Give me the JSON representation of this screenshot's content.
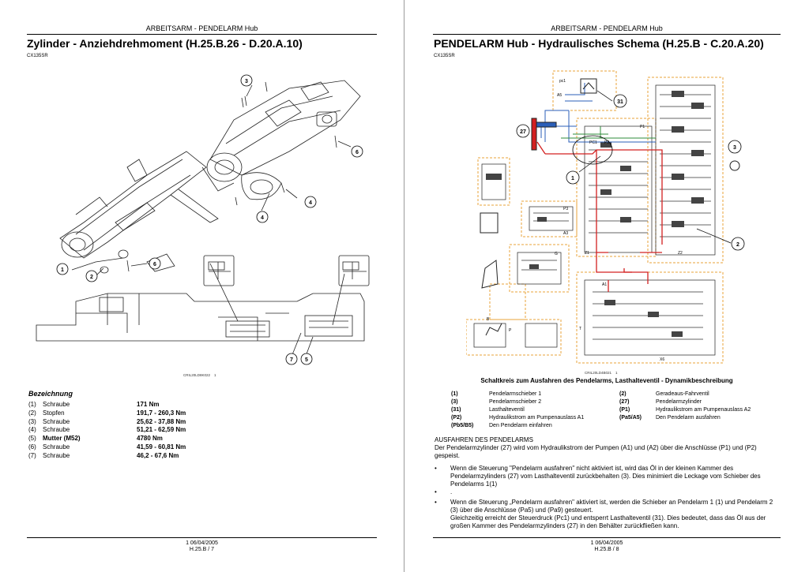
{
  "left_page": {
    "header": "ARBEITSARM - PENDELARM Hub",
    "title": "Zylinder - Anziehdrehmoment (H.25.B.26 - D.20.A.10)",
    "model": "CX135SR",
    "figure_code": "CRIL20LD8K022",
    "figure_number": "1",
    "callouts": [
      "1",
      "2",
      "3",
      "4",
      "4",
      "5",
      "6",
      "6",
      "7"
    ],
    "designation_heading": "Bezeichnung",
    "designations": [
      {
        "num": "(1)",
        "name": "Schraube",
        "value": "171 Nm"
      },
      {
        "num": "(2)",
        "name": "Stopfen",
        "value": "191,7 - 260,3 Nm"
      },
      {
        "num": "(3)",
        "name": "Schraube",
        "value": "25,62 - 37,88 Nm"
      },
      {
        "num": "(4)",
        "name": "Schraube",
        "value": "51,21 - 62,59 Nm"
      },
      {
        "num": "(5)",
        "name": "Mutter (M52)",
        "value": "4780 Nm"
      },
      {
        "num": "(6)",
        "name": "Schraube",
        "value": "41,59 - 60,81 Nm"
      },
      {
        "num": "(7)",
        "name": "Schraube",
        "value": "46,2 - 67,6 Nm"
      }
    ],
    "footer_line1": "1 06/04/2005",
    "footer_line2": "H.25.B / 7"
  },
  "right_page": {
    "header": "ARBEITSARM - PENDELARM Hub",
    "title": "PENDELARM Hub - Hydraulisches Schema (H.25.B - C.20.A.20)",
    "model": "CX135SR",
    "figure_code": "CRIL20LD4B021",
    "figure_number": "1",
    "schematic_labels": {
      "pc1": "pc1",
      "a5": "A5",
      "pc1b": "PC1",
      "p1": "P1",
      "p2": "P2",
      "p3": "P3",
      "a3": "A3",
      "g": "G",
      "a1": "A1",
      "b": "B",
      "p": "P",
      "t": "T",
      "x6": "X6",
      "z1": "Z1",
      "z2": "Z2"
    },
    "callouts": [
      "31",
      "27",
      "1",
      "2",
      "3"
    ],
    "caption": "Schaltkreis zum Ausfahren des Pendelarms, Lasthalteventil - Dynamikbeschreibung",
    "legend": [
      {
        "k1": "(1)",
        "v1": "Pendelarmschieber 1",
        "k2": "(2)",
        "v2": "Geradeaus-Fahrventil"
      },
      {
        "k1": "(3)",
        "v1": "Pendelarmschieber 2",
        "k2": "(27)",
        "v2": "Pendelarmzylinder"
      },
      {
        "k1": "(31)",
        "v1": "Lasthalteventil",
        "k2": "(P1)",
        "v2": "Hydraulikstrom am Pumpenauslass A2"
      },
      {
        "k1": "(P2)",
        "v1": "Hydraulikstrom am Pumpenauslass A1",
        "k2": "(Pa5/A5)",
        "v2": "Den Pendelarm ausfahren"
      },
      {
        "k1": "(Pb5/B5)",
        "v1": "Den Pendelarm einfahren",
        "k2": "",
        "v2": ""
      }
    ],
    "section_heading": "AUSFAHREN DES PENDELARMS",
    "intro": "Der Pendelarmzylinder (27) wird vom Hydraulikstrom der Pumpen (A1) und (A2) über die Anschlüsse (P1) und (P2) gespeist.",
    "bullet1": "Wenn die Steuerung \"Pendelarm ausfahren\" nicht aktiviert ist, wird das Öl in der kleinen Kammer des Pendelarmzylinders (27) vom Lasthalteventil zurückbehalten (3). Dies minimiert die Leckage vom Schieber des Pendelarms 1(1)",
    "bullet_empty": ".",
    "bullet2": "Wenn die Steuerung „Pendelarm ausfahren\" aktiviert ist, werden die Schieber an Pendelarm 1 (1) und Pendelarm 2 (3) über die Anschlüsse (Pa5) und (Pa9) gesteuert.",
    "bullet2_cont": "Gleichzeitig erreicht der Steuerdruck (Pc1) und entsperrt Lasthalteventil (31). Dies bedeutet, dass das Öl aus der großen Kammer des Pendelarmzylinders (27) in den Behälter zurückfließen kann.",
    "footer_line1": "1 06/04/2005",
    "footer_line2": "H.25.B / 8"
  },
  "colors": {
    "orange_dash": "#e8a33a",
    "red_line": "#d32020",
    "blue_line": "#2b5fb8",
    "green_line": "#2e8b3a"
  }
}
